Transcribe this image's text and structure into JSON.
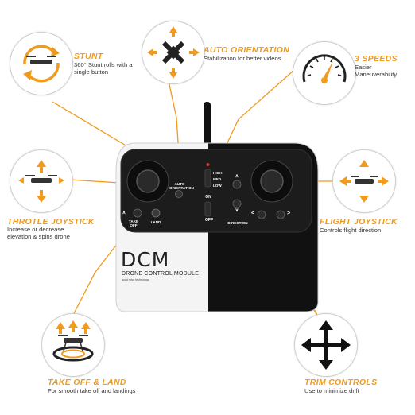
{
  "features": {
    "stunt": {
      "title": "STUNT",
      "desc": "360° Stunt rolls with a single button",
      "icon": "drone-roll-icon"
    },
    "auto_orientation": {
      "title": "AUTO ORIENTATION",
      "desc": "Stabilization for better videos",
      "icon": "orientation-arrows-icon"
    },
    "speeds": {
      "title": "3 SPEEDS",
      "desc_line1": "Easier",
      "desc_line2": "Maneuverability",
      "icon": "speedometer-icon"
    },
    "throttle": {
      "title": "THROTLE JOYSTICK",
      "desc_line1": "Increase or decrease",
      "desc_line2": "elevation & spins drone",
      "icon": "drone-vertical-icon"
    },
    "flight": {
      "title": "FLIGHT JOYSTICK",
      "desc": "Controls flight direction",
      "icon": "drone-horizontal-icon"
    },
    "takeoff": {
      "title": "TAKE OFF & LAND",
      "desc": "For smooth take off and landings",
      "icon": "drone-landing-icon"
    },
    "trim": {
      "title": "TRIM CONTROLS",
      "desc": "Use to minimize drift",
      "icon": "four-arrows-icon"
    }
  },
  "controller": {
    "brand": "DCM",
    "brand_sub": "DRONE CONTROL MODULE",
    "brand_tiny": "quad rotor technology",
    "auto_label_1": "AUTO",
    "auto_label_2": "ORIENTATION",
    "high": "HIGH",
    "med": "MED",
    "low": "LOW",
    "on": "ON",
    "off": "OFF",
    "take_off_1": "TAKE",
    "take_off_2": "OFF",
    "land": "LAND",
    "direction": "DIRECTION",
    "up_arrow": "∧",
    "down_arrow": "∨",
    "left_arrow": "<",
    "right_arrow": ">"
  },
  "colors": {
    "accent": "#f09a1e",
    "controller_black": "#111111",
    "controller_white": "#f4f4f4"
  }
}
